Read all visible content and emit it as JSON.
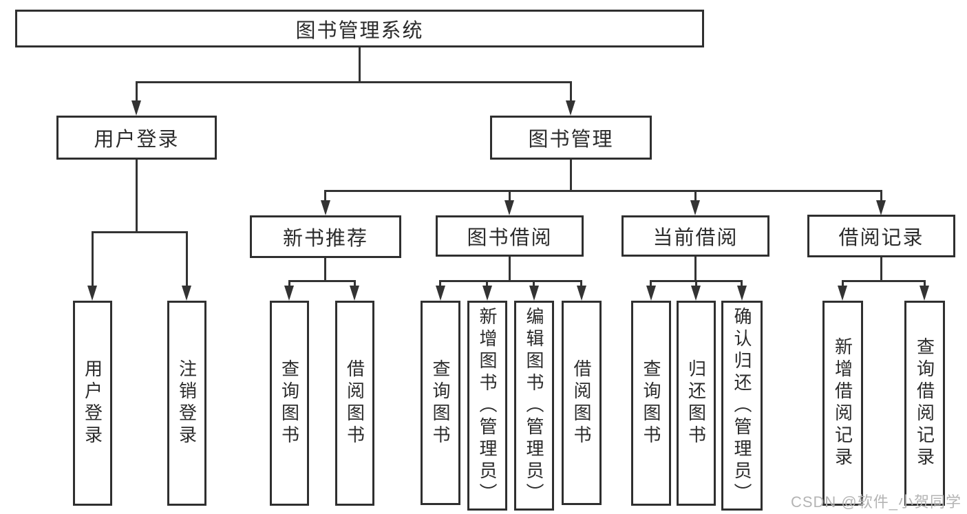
{
  "tree": {
    "root": {
      "label": "图书管理系统"
    },
    "branches": [
      {
        "label": "用户登录",
        "children": [
          {
            "label": "用户登录"
          },
          {
            "label": "注销登录"
          }
        ]
      },
      {
        "label": "图书管理",
        "children": [
          {
            "label": "新书推荐",
            "children": [
              {
                "label": "查询图书"
              },
              {
                "label": "借阅图书"
              }
            ]
          },
          {
            "label": "图书借阅",
            "children": [
              {
                "label": "查询图书"
              },
              {
                "label": "新增图书（管理员）"
              },
              {
                "label": "编辑图书（管理员）"
              },
              {
                "label": "借阅图书"
              }
            ]
          },
          {
            "label": "当前借阅",
            "children": [
              {
                "label": "查询图书"
              },
              {
                "label": "归还图书"
              },
              {
                "label": "确认归还（管理员）"
              }
            ]
          },
          {
            "label": "借阅记录",
            "children": [
              {
                "label": "新增借阅记录"
              },
              {
                "label": "查询借阅记录"
              }
            ]
          }
        ]
      }
    ]
  },
  "watermark": {
    "text": "CSDN @软件_小贺同学"
  },
  "colors": {
    "line": "#333333",
    "border": "#2f2f2f",
    "text": "#2b2b2b",
    "watermark_text": "#b4b4b4",
    "background": "#ffffff"
  }
}
